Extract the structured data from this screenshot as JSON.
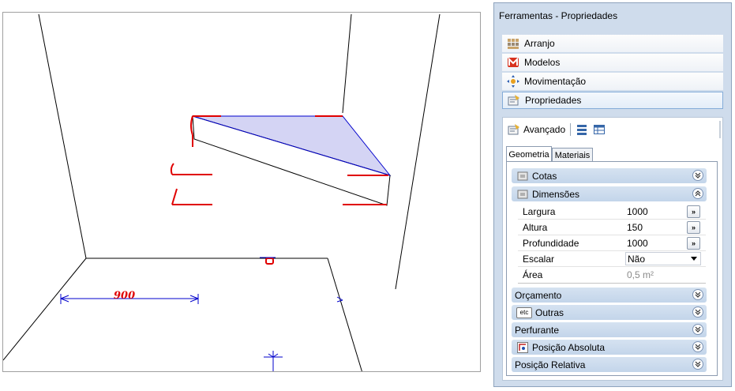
{
  "toolwindow": {
    "title": "Ferramentas - Propriedades",
    "nav": [
      {
        "label": "Arranjo",
        "icon": "arranjo-icon"
      },
      {
        "label": "Modelos",
        "icon": "modelos-icon"
      },
      {
        "label": "Movimentação",
        "icon": "movimentacao-icon"
      },
      {
        "label": "Propriedades",
        "icon": "propriedades-icon",
        "active": true
      }
    ]
  },
  "panel": {
    "toolbar_label": "Avançado",
    "tabs": [
      "Geometria",
      "Materiais"
    ],
    "active_tab": "Geometria",
    "sections": {
      "cotas": "Cotas",
      "dimensoes": "Dimensões",
      "orcamento": "Orçamento",
      "outras": "Outras",
      "outras_icon_text": "etc",
      "perfurante": "Perfurante",
      "posicao_absoluta": "Posição Absoluta",
      "posicao_relativa": "Posição Relativa"
    },
    "properties": [
      {
        "name": "Largura",
        "value": "1000",
        "button": "»"
      },
      {
        "name": "Altura",
        "value": "150",
        "button": "»"
      },
      {
        "name": "Profundidade",
        "value": "1000",
        "button": "»"
      },
      {
        "name": "Escalar",
        "value": "Não"
      },
      {
        "name": "Área",
        "value": "0,5 m²"
      }
    ]
  },
  "viewport": {
    "dimension_label": "900",
    "colors": {
      "lines": "#000000",
      "dimension": "#0000cc",
      "handles": "#e00000",
      "face": "#d4d4f4"
    }
  }
}
